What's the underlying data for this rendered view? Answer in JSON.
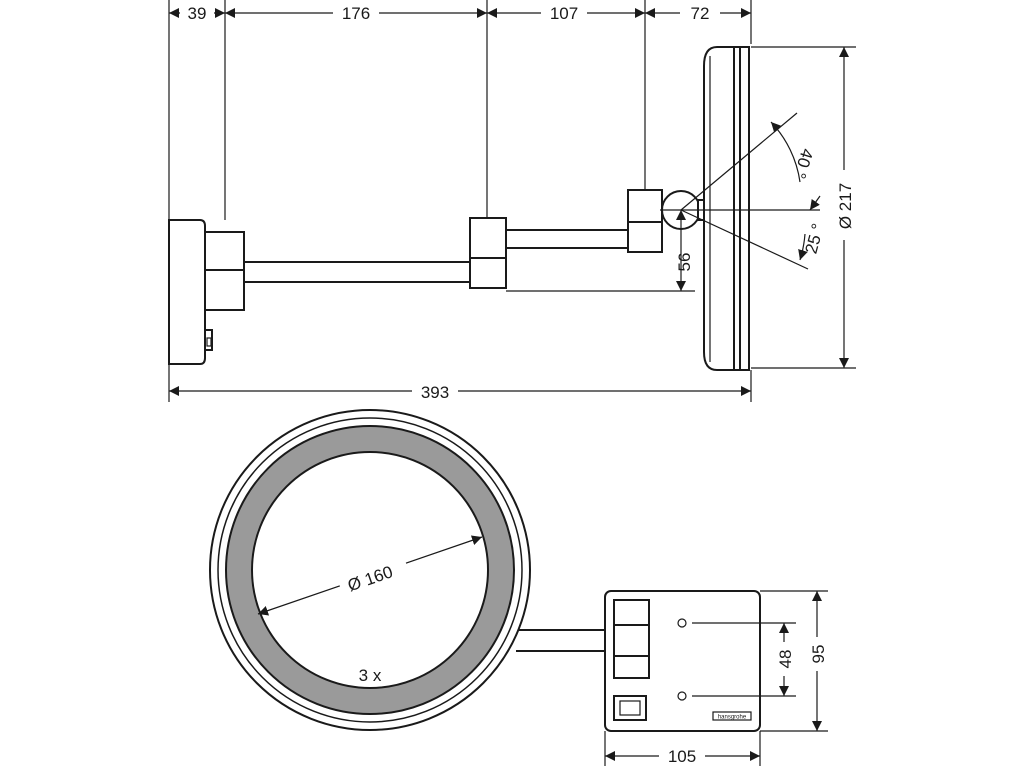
{
  "dimensions": {
    "wall_plate_depth": "39",
    "arm_outer": "176",
    "arm_inner": "107",
    "mirror_offset": "72",
    "total_length": "393",
    "tilt_up": "40 °",
    "tilt_down": "25 °",
    "pivot_height": "56",
    "mirror_diameter": "Ø 217",
    "glass_diameter": "Ø 160",
    "magnification": "3 x",
    "plate_width": "105",
    "plate_height": "95",
    "screw_spacing": "48"
  },
  "brand_label": "hansgrohe",
  "colors": {
    "line": "#1a1a1a",
    "ring_fill": "#9a9a9a",
    "background": "#ffffff"
  }
}
